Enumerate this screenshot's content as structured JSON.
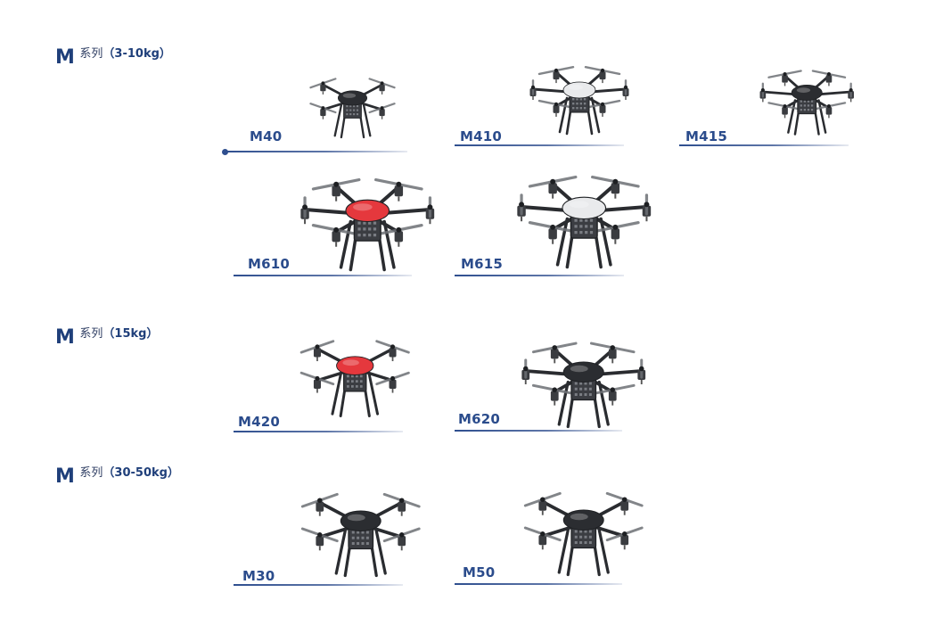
{
  "series": [
    {
      "letter": "M",
      "word": "系列",
      "range": "（3-10kg）"
    },
    {
      "letter": "M",
      "word": "系列",
      "range": "（15kg）"
    },
    {
      "letter": "M",
      "word": "系列",
      "range": "（30-50kg）"
    }
  ],
  "products": [
    {
      "model": "M40",
      "arms": 4,
      "body_color": "#2b2d31"
    },
    {
      "model": "M410",
      "arms": 6,
      "body_color": "#e9eaec"
    },
    {
      "model": "M415",
      "arms": 6,
      "body_color": "#2b2d31"
    },
    {
      "model": "M610",
      "arms": 6,
      "body_color": "#e5383d"
    },
    {
      "model": "M615",
      "arms": 6,
      "body_color": "#e9eaec"
    },
    {
      "model": "M420",
      "arms": 4,
      "body_color": "#e5383d"
    },
    {
      "model": "M620",
      "arms": 6,
      "body_color": "#2b2d31"
    },
    {
      "model": "M30",
      "arms": 4,
      "body_color": "#2b2d31"
    },
    {
      "model": "M50",
      "arms": 4,
      "body_color": "#2b2d31"
    }
  ],
  "colors": {
    "brand_blue": "#1f3f7a",
    "line_blue": "#2f4f8f"
  }
}
